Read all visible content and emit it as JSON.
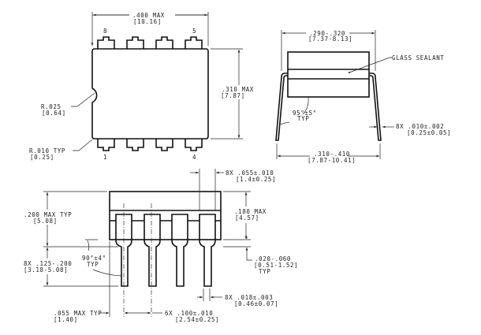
{
  "top_view": {
    "pin_labels": [
      "8",
      "5",
      "1",
      "4"
    ],
    "width_dim": [
      ".400   MAX",
      "[10.16]"
    ],
    "height_dim": [
      ".310  MAX",
      "[7.87]"
    ],
    "notch_radius": [
      "R.025",
      "[0.64]"
    ],
    "corner_radius": [
      "R.010  TYP",
      "[0.25]"
    ]
  },
  "side_view": {
    "top_dim": [
      ".290-.320",
      "[7.37-8.13]"
    ],
    "bottom_dim": [
      ".310-.410",
      "[7.87-10.41]"
    ],
    "sealant_label": "GLASS SEALANT",
    "angle": [
      "95°±5°",
      "TYP"
    ],
    "lead_thickness": [
      "8X .010±.002",
      "[0.25±0.05]"
    ]
  },
  "front_view": {
    "total_height": [
      ".200 MAX TYP",
      "[5.08]"
    ],
    "lead_length": [
      "8X .125-.200",
      "[3.18-5.08]"
    ],
    "body_height": [
      ".180 MAX",
      "[4.57]"
    ],
    "shoulder_width": [
      "8X .055±.010",
      "[1.4±0.25]"
    ],
    "standoff": [
      ".020-.060",
      "[0.51-1.52]",
      "TYP"
    ],
    "angle": [
      "90°±4°",
      "TYP"
    ],
    "lead_width": [
      "8X .018±.003",
      "[0.46±0.07]"
    ],
    "end_offset": [
      ".055 MAX TYP",
      "[1.40]"
    ],
    "pitch": [
      "6X .100±.010",
      "[2.54±0.25]"
    ]
  }
}
